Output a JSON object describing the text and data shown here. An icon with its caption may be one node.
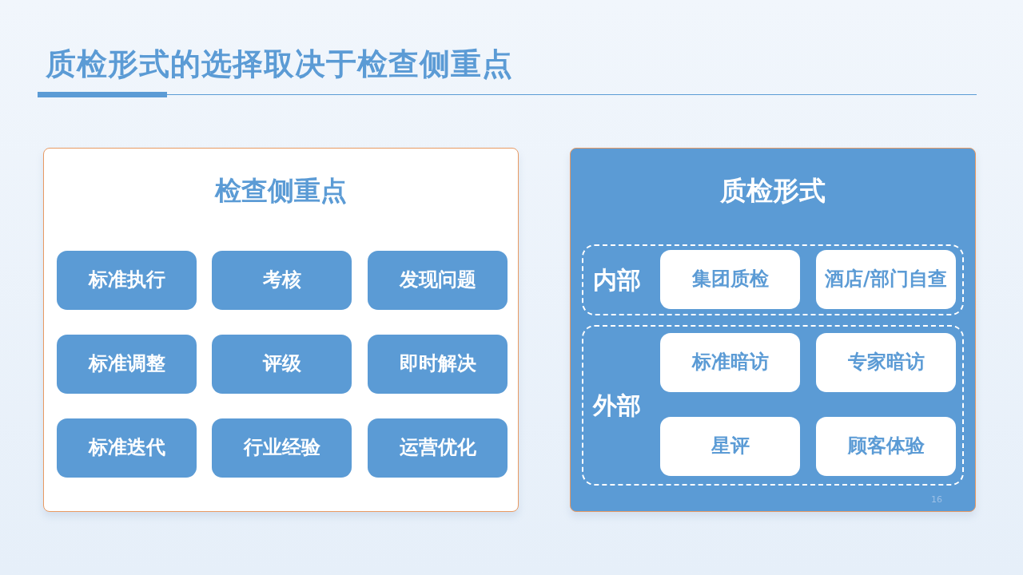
{
  "diagram": {
    "title": "质检形式的选择取决于检查侧重点",
    "nodes": [
      {
        "text": [
          "检查侧重点"
        ]
      },
      {
        "text": [
          "标准执行"
        ],
        "in": 0
      },
      {
        "text": [
          "考核"
        ],
        "in": 0
      },
      {
        "text": [
          "发现问题"
        ],
        "in": 0
      },
      {
        "text": [
          "标准调整"
        ],
        "in": 0
      },
      {
        "text": [
          "评级"
        ],
        "in": 0
      },
      {
        "text": [
          "即时解决"
        ],
        "in": 0
      },
      {
        "text": [
          "标准迭代"
        ],
        "in": 0
      },
      {
        "text": [
          "行业经验"
        ],
        "in": 0
      },
      {
        "text": [
          "运营优化"
        ],
        "in": 0
      },
      {
        "text": [
          "质检形式"
        ]
      },
      {
        "text": [
          "内部"
        ],
        "in": 10
      },
      {
        "text": [
          "集团质检"
        ],
        "in": 11
      },
      {
        "text": [
          "酒店/部门自查"
        ],
        "in": 11
      },
      {
        "text": [
          "外部"
        ],
        "in": 10
      },
      {
        "text": [
          "标准暗访"
        ],
        "in": 14
      },
      {
        "text": [
          "专家暗访"
        ],
        "in": 14
      },
      {
        "text": [
          "星评"
        ],
        "in": 14
      },
      {
        "text": [
          "顾客体验"
        ],
        "in": 14
      }
    ],
    "labels": [
      "16"
    ]
  }
}
